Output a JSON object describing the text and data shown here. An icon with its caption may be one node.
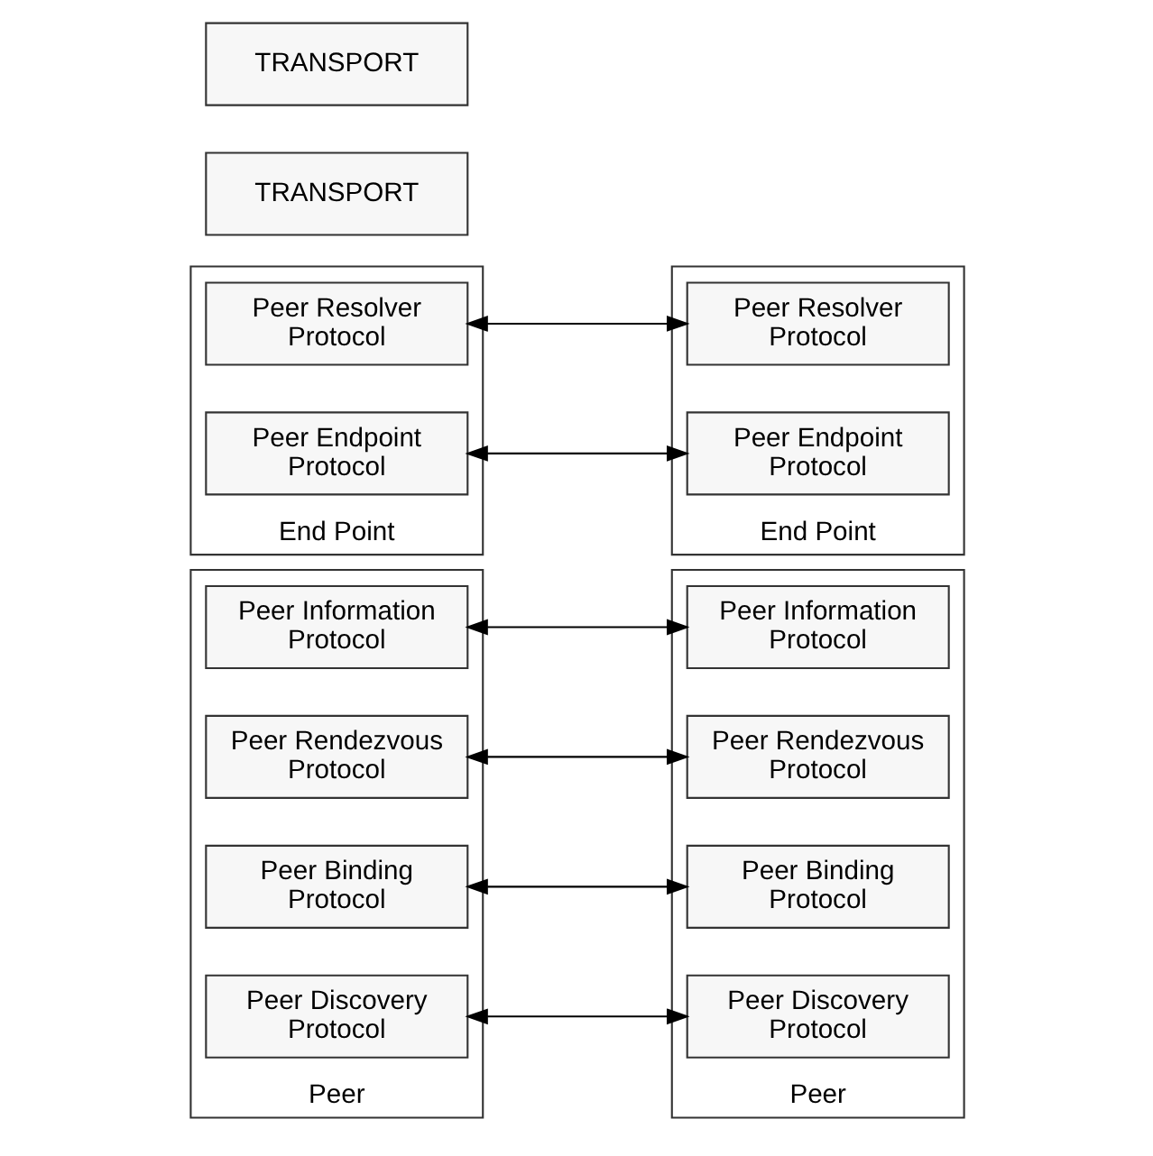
{
  "diagram": {
    "nodes": [
      {
        "text": [
          "Peer"
        ]
      },
      {
        "text": [
          "Peer Information Protocol"
        ],
        "in": 0
      },
      {
        "text": [
          "Peer Rendezvous Protocol"
        ],
        "in": 0
      },
      {
        "text": [
          "Peer Binding Protocol"
        ],
        "in": 0
      },
      {
        "text": [
          "Peer Discovery Protocol"
        ],
        "in": 0
      },
      {
        "text": [
          "Peer"
        ]
      },
      {
        "text": [
          "Peer Information Protocol"
        ],
        "in": 5
      },
      {
        "text": [
          "Peer Rendezvous Protocol"
        ],
        "in": 5
      },
      {
        "text": [
          "Peer Binding Protocol"
        ],
        "in": 5
      },
      {
        "text": [
          "Peer Discovery Protocol"
        ],
        "in": 5
      },
      {
        "text": [
          "End Point"
        ]
      },
      {
        "text": [
          "Peer Resolver Protocol"
        ],
        "in": 10
      },
      {
        "text": [
          "Peer Endpoint Protocol"
        ],
        "in": 10
      },
      {
        "text": [
          "End Point"
        ]
      },
      {
        "text": [
          "Peer Resolver Protocol"
        ],
        "in": 13
      },
      {
        "text": [
          "Peer Endpoint Protocol"
        ],
        "in": 13
      },
      {
        "text": [
          "TRANSPORT"
        ]
      },
      {
        "text": [
          "TRANSPORT"
        ]
      }
    ],
    "edges": [
      {
        "from": 1,
        "to": 6,
        "arrow": "both"
      },
      {
        "from": 2,
        "to": 7,
        "arrow": "both"
      },
      {
        "from": 3,
        "to": 8,
        "arrow": "both"
      },
      {
        "from": 4,
        "to": 9,
        "arrow": "both"
      },
      {
        "from": 11,
        "to": 14,
        "arrow": "both"
      },
      {
        "from": 12,
        "to": 15,
        "arrow": "both"
      }
    ]
  }
}
